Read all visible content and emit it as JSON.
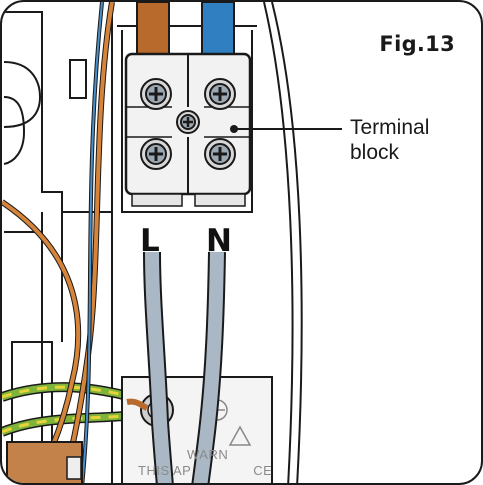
{
  "figure": {
    "label": "Fig.13"
  },
  "callout": {
    "line1": "Terminal",
    "line2": "block"
  },
  "terminals": {
    "live": "L",
    "neutral": "N"
  },
  "warning_label": {
    "line1": "WARN",
    "line2": "THIS AP",
    "line2_end": "CE"
  },
  "colors": {
    "live_wire": "#b86a2c",
    "neutral_wire": "#2f7fc1",
    "earth_green": "#7fb43a",
    "earth_yellow": "#e8d43a",
    "cable_grey": "#a9b8c4",
    "terminal_body": "#f2f2f2",
    "outline": "#1a1a1a"
  }
}
